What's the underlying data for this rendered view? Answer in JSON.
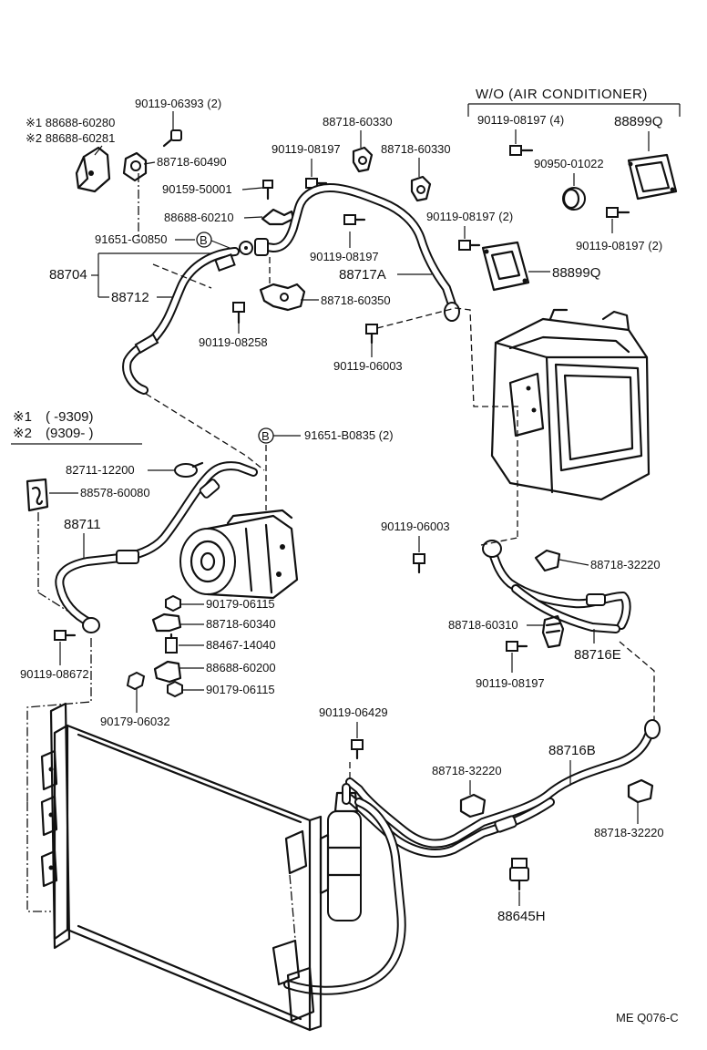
{
  "header": {
    "without_ac": "W/O (AIR  CONDITIONER)"
  },
  "legend": {
    "note1_mark": "※1",
    "note1_range": "(       -9309)",
    "note2_mark": "※2",
    "note2_range": "(9309-         )"
  },
  "labels": {
    "l_90119_06393": "90119-06393 (2)",
    "l_88688_60280": "※1  88688-60280",
    "l_88688_60281": "※2  88688-60281",
    "l_88718_60490": "88718-60490",
    "l_90159_50001": "90159-50001",
    "l_88688_60210": "88688-60210",
    "l_91651_g0850": "91651-G0850",
    "l_b1": "B",
    "l_88704": "88704",
    "l_88712": "88712",
    "l_90119_08258": "90119-08258",
    "l_90119_08197_a": "90119-08197",
    "l_88718_60330_a": "88718-60330",
    "l_88718_60330_b": "88718-60330",
    "l_90119_08197_b": "90119-08197",
    "l_90119_08197_c2": "90119-08197 (2)",
    "l_88717a": "88717A",
    "l_88718_60350": "88718-60350",
    "l_90119_06003_a": "90119-06003",
    "l_90119_08197_4": "90119-08197 (4)",
    "l_88899q_a": "88899Q",
    "l_90950_01022": "90950-01022",
    "l_90119_08197_d2": "90119-08197 (2)",
    "l_88899q_b": "88899Q",
    "l_b2": "B",
    "l_91651_b0835": "91651-B0835 (2)",
    "l_82711_12200": "82711-12200",
    "l_88578_60080": "88578-60080",
    "l_88711": "88711",
    "l_90179_06115_a": "90179-06115",
    "l_88718_60340": "88718-60340",
    "l_88467_14040": "88467-14040",
    "l_88688_60200": "88688-60200",
    "l_90179_06115_b": "90179-06115",
    "l_90119_08672": "90119-08672",
    "l_90179_06032": "90179-06032",
    "l_90119_06003_b": "90119-06003",
    "l_88718_32220_a": "88718-32220",
    "l_88718_60310": "88718-60310",
    "l_88716e": "88716E",
    "l_90119_08197_e": "90119-08197",
    "l_90119_06429": "90119-06429",
    "l_88718_32220_b": "88718-32220",
    "l_88716b": "88716B",
    "l_88718_32220_c": "88718-32220",
    "l_88645h": "88645H",
    "l_code": "ME  Q076-C"
  }
}
